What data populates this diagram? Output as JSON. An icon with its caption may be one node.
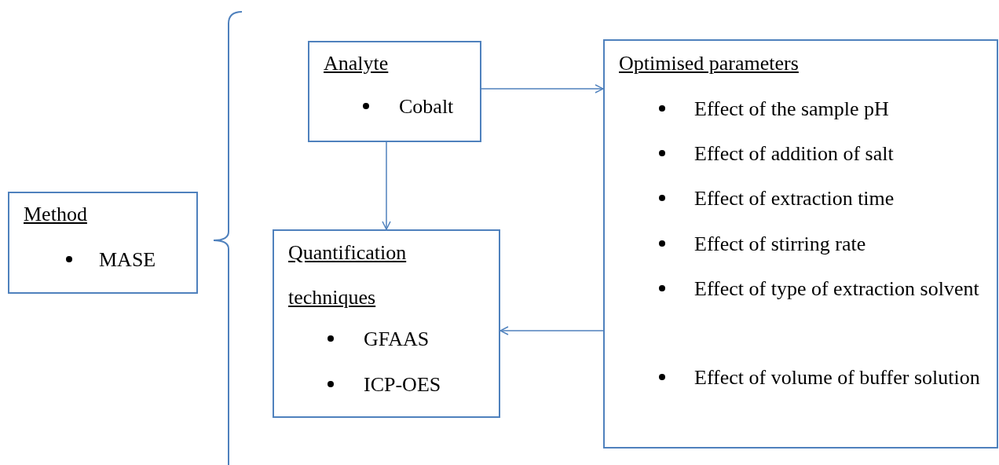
{
  "diagram": {
    "nodes": [
      {
        "text": [
          "Method",
          "MASE"
        ]
      },
      {
        "text": [
          "Analyte",
          "Cobalt"
        ]
      },
      {
        "text": [
          "Optimised parameters",
          "Effect of the sample pH",
          "Effect of addition of salt",
          "Effect of extraction time",
          "Effect of stirring rate",
          "Effect of type of extraction solvent",
          "Effect of volume of buffer solution"
        ]
      },
      {
        "text": [
          "Quantification techniques",
          "GFAAS",
          "ICP-OES"
        ]
      }
    ],
    "edges": [
      {
        "from": 1,
        "to": 2,
        "arrow": "to"
      },
      {
        "from": 1,
        "to": 3,
        "arrow": "to"
      },
      {
        "from": 2,
        "to": 3,
        "arrow": "to"
      }
    ]
  }
}
